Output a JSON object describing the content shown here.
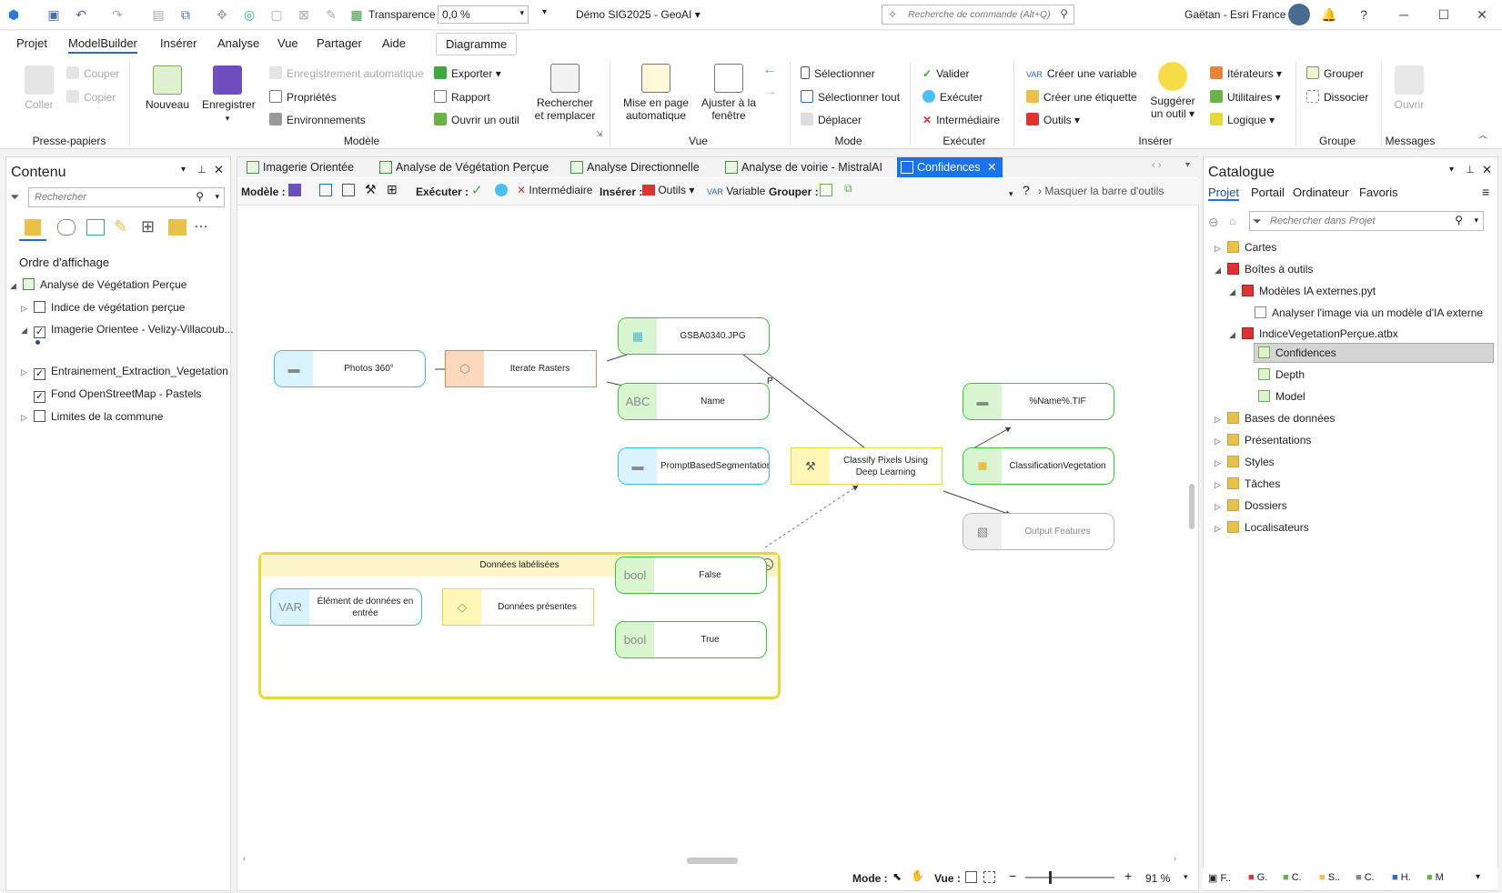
{
  "titlebar": {
    "transparency_label": "Transparence",
    "transparency_value": "0,0 %",
    "project_title": "Démo SIG2025 - GeoAI",
    "search_placeholder": "Recherche de commande (Alt+Q)",
    "user": "Gaëtan - Esri France"
  },
  "menu": [
    "Projet",
    "ModelBuilder",
    "Insérer",
    "Analyse",
    "Vue",
    "Partager",
    "Aide",
    "Diagramme"
  ],
  "ribbon": {
    "clipboard": {
      "paste": "Coller",
      "cut": "Couper",
      "copy": "Copier",
      "label": "Presse-papiers"
    },
    "model": {
      "new": "Nouveau",
      "save": "Enregistrer",
      "autosave": "Enregistrement automatique",
      "properties": "Propriétés",
      "environments": "Environnements",
      "export": "Exporter",
      "report": "Rapport",
      "open_in_tool": "Ouvrir un outil",
      "find_replace": "Rechercher et remplacer",
      "label": "Modèle"
    },
    "view": {
      "auto_layout": "Mise en page automatique",
      "fit_window": "Ajuster à la fenêtre",
      "label": "Vue"
    },
    "mode": {
      "select": "Sélectionner",
      "select_all": "Sélectionner tout",
      "move": "Déplacer",
      "label": "Mode"
    },
    "run": {
      "validate": "Valider",
      "run": "Exécuter",
      "intermediate": "Intermédiaire",
      "label": "Exécuter"
    },
    "insert": {
      "create_variable": "Créer une variable",
      "create_label": "Créer une étiquette",
      "tools": "Outils",
      "suggest_tool": "Suggérer un outil",
      "iterators": "Itérateurs",
      "utilities": "Utilitaires",
      "logic": "Logique",
      "label": "Insérer"
    },
    "group": {
      "group": "Grouper",
      "ungroup": "Dissocier",
      "label": "Groupe"
    },
    "messages": {
      "open": "Ouvrir",
      "label": "Messages"
    }
  },
  "contents": {
    "title": "Contenu",
    "search_placeholder": "Rechercher",
    "section": "Ordre d'affichage",
    "map": "Analyse de Végétation Perçue",
    "layers": [
      {
        "label": "Indice de végétation perçue",
        "checked": false
      },
      {
        "label": "Imagerie Orientee - Velizy-Villacoub...",
        "checked": true
      },
      {
        "label": "Entrainement_Extraction_Vegetation",
        "checked": true
      },
      {
        "label": "Fond OpenStreetMap - Pastels",
        "checked": true
      },
      {
        "label": "Limites de la commune",
        "checked": false
      }
    ]
  },
  "tabs": [
    "Imagerie Orientée",
    "Analyse de Végétation Perçue",
    "Analyse Directionnelle",
    "Analyse de voirie - MistralAI",
    "Confidences"
  ],
  "model_toolbar": {
    "model": "Modèle :",
    "run": "Exécuter :",
    "intermediate": "Intermédiaire",
    "insert": "Insérer :",
    "tools": "Outils",
    "variable": "Variable",
    "group": "Grouper :",
    "hide": "Masquer la barre d'outils"
  },
  "diagram": {
    "nodes": {
      "photos": "Photos 360°",
      "iterate": "Iterate Rasters",
      "gsba": "GSBA0340.JPG",
      "name": "Name",
      "name_icon": "ABC",
      "prompt": "PromptBasedSegmentation.dlpk",
      "classify": "Classify Pixels Using Deep Learning",
      "out_tif": "%Name%.TIF",
      "out_class": "ClassificationVegetation",
      "out_features": "Output Features",
      "var_icon": "VAR",
      "element": "Élément de données en entrée",
      "presence": "Données présentes",
      "false": "False",
      "true": "True",
      "bool_icon": "bool",
      "p_label": "P"
    },
    "group_title": "Données labélisées"
  },
  "status": {
    "mode": "Mode :",
    "view": "Vue :",
    "zoom": "91 %"
  },
  "catalog": {
    "title": "Catalogue",
    "tabs": [
      "Projet",
      "Portail",
      "Ordinateur",
      "Favoris"
    ],
    "search_placeholder": "Rechercher dans Projet",
    "items": [
      "Cartes",
      "Boîtes à outils",
      "Modèles IA externes.pyt",
      "Analyser l'image via un modèle d'IA externe",
      "IndiceVegetationPerçue.atbx",
      "Confidences",
      "Depth",
      "Model",
      "Bases de données",
      "Présentations",
      "Styles",
      "Tâches",
      "Dossiers",
      "Localisateurs"
    ],
    "bottom_tabs": [
      "F..",
      "G.",
      "C.",
      "S..",
      "C.",
      "H.",
      "M"
    ]
  }
}
